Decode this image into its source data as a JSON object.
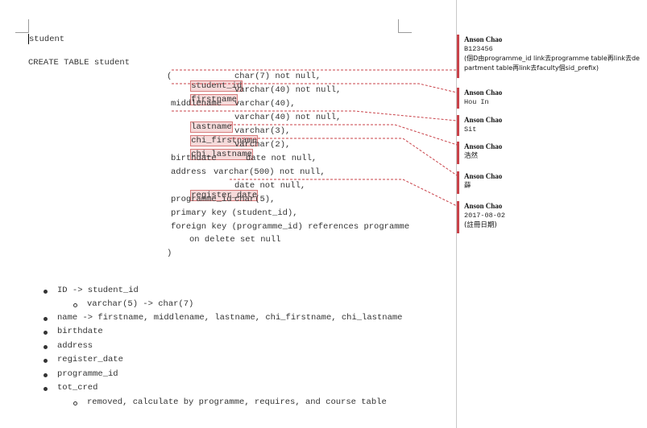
{
  "doc": {
    "heading": "student",
    "create_line": "CREATE TABLE student",
    "open_paren": "(",
    "close_paren": ")"
  },
  "code_lines": [
    {
      "field": "student_id",
      "rest": "char(7) not null,"
    },
    {
      "field": "firstname",
      "rest": "varchar(40) not null,"
    },
    {
      "field": "middlename",
      "rest": "varchar(40),"
    },
    {
      "field": "lastname",
      "rest": "varchar(40) not null,"
    },
    {
      "field": "chi_firstname",
      "rest": "varchar(3),"
    },
    {
      "field": "chi_lastname",
      "rest": "varchar(2),"
    },
    {
      "field": "birthdate",
      "rest": "date not null,"
    },
    {
      "field": "address",
      "rest": "varchar(500) not null,"
    },
    {
      "field": "register_date",
      "rest": "date not null,"
    },
    {
      "field": "programme_id",
      "rest": "char(5),"
    },
    {
      "field": "primary key (student_id),",
      "rest": ""
    },
    {
      "field": "foreign key (programme_id) references programme",
      "rest": ""
    },
    {
      "field": "on delete set null",
      "rest": ""
    }
  ],
  "bullets": [
    {
      "text": "ID -> student_id",
      "sub": [
        "varchar(5) -> char(7)"
      ]
    },
    {
      "text": "name -> firstname, middlename, lastname, chi_firstname, chi_lastname",
      "sub": []
    },
    {
      "text": "birthdate",
      "sub": []
    },
    {
      "text": "address",
      "sub": []
    },
    {
      "text": "register_date",
      "sub": []
    },
    {
      "text": "programme_id",
      "sub": []
    },
    {
      "text": "tot_cred",
      "sub": [
        "removed, calculate by programme, requires, and course table"
      ]
    }
  ],
  "comments": [
    {
      "author": "Anson Chao",
      "lines": [
        "B123456",
        "(個D由programme_id link去programme table再link去de",
        "partment table再link去faculty個sid_prefix)"
      ]
    },
    {
      "author": "Anson Chao",
      "lines": [
        "Hou In"
      ]
    },
    {
      "author": "Anson Chao",
      "lines": [
        "Sit"
      ]
    },
    {
      "author": "Anson Chao",
      "lines": [
        "浩然"
      ]
    },
    {
      "author": "Anson Chao",
      "lines": [
        "薛"
      ]
    },
    {
      "author": "Anson Chao",
      "lines": [
        "2017-08-02",
        "(註冊日期)"
      ]
    }
  ],
  "colors": {
    "comment_accent": "#c9434a",
    "highlight": "#f6dada"
  }
}
